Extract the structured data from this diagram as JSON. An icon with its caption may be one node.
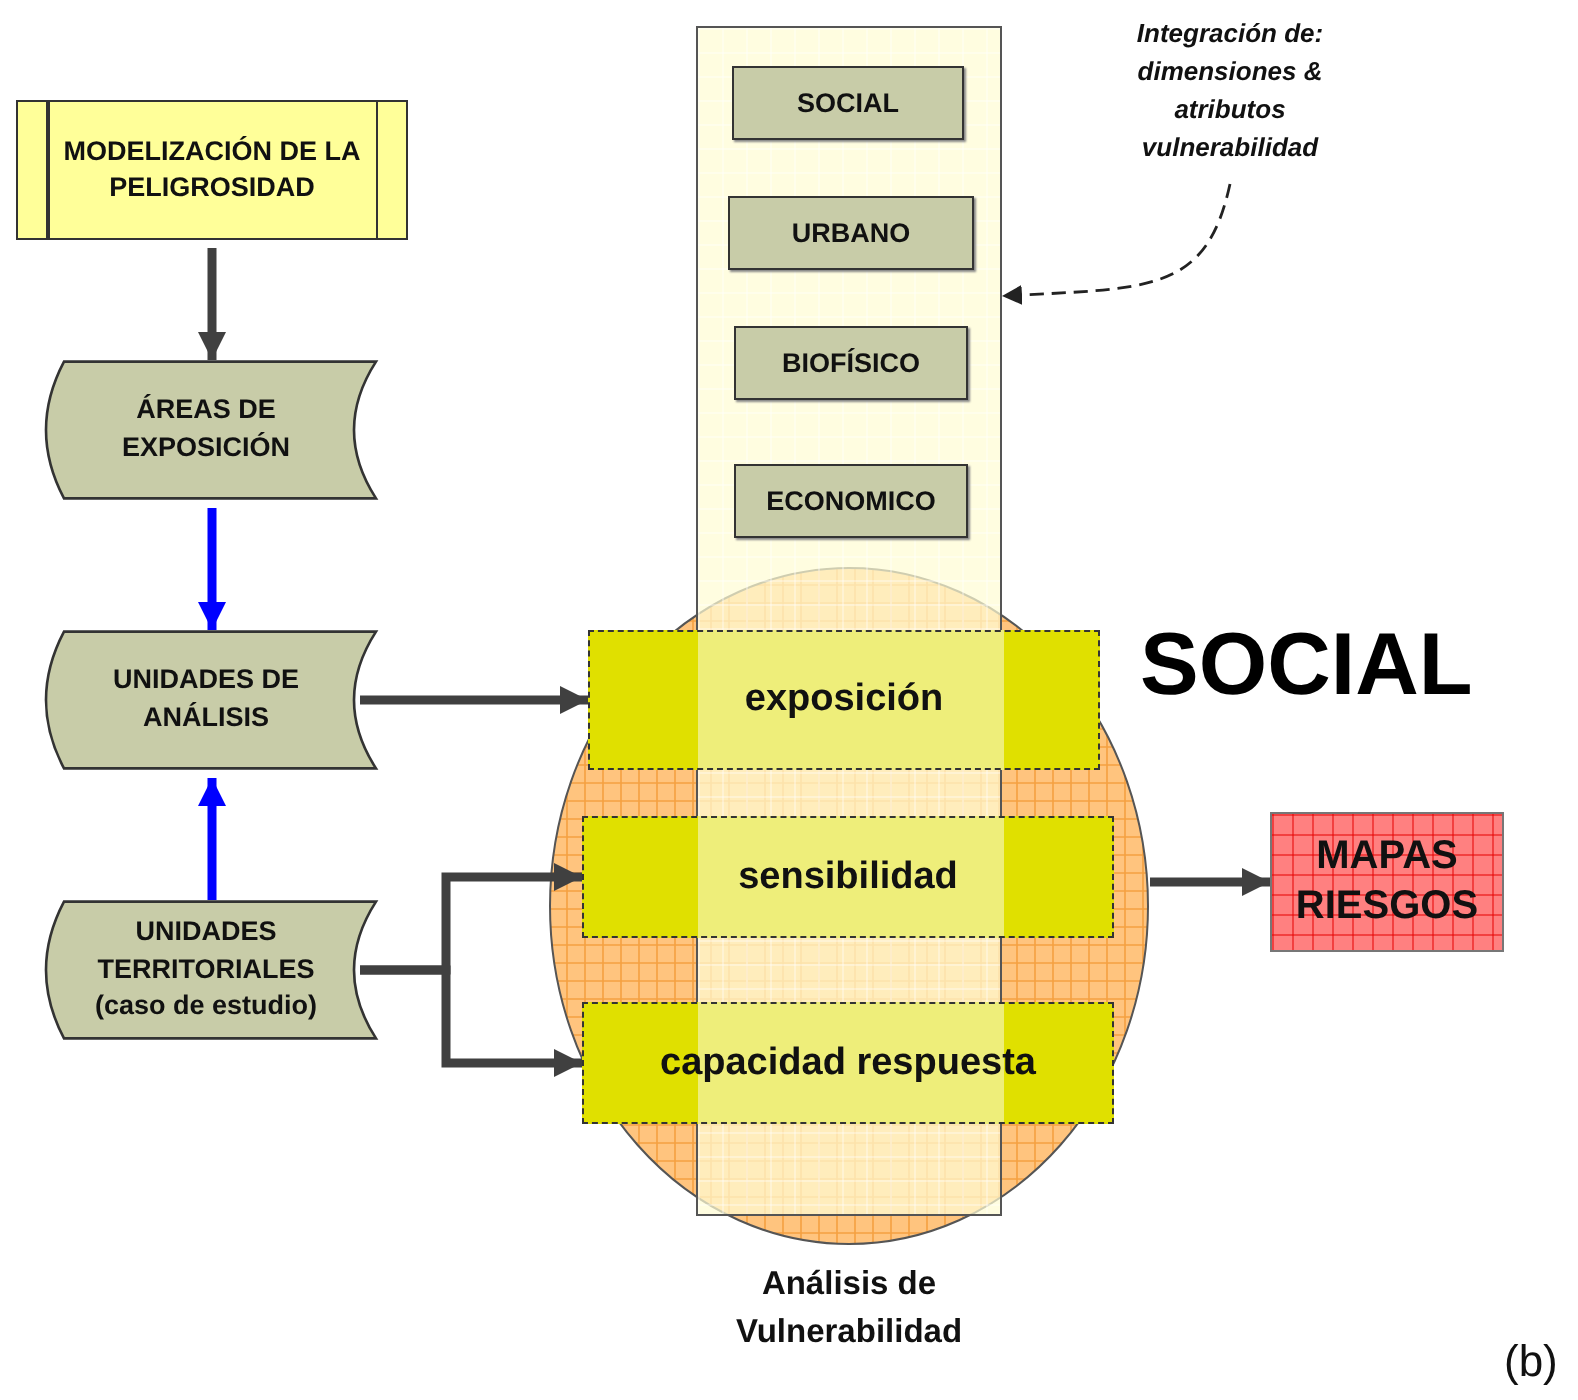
{
  "diagram": {
    "nodes": [
      {
        "text": [
          "MODELIZACIÓN DE LA PELIGROSIDAD"
        ]
      },
      {
        "text": [
          "ÁREAS DE EXPOSICIÓN"
        ]
      },
      {
        "text": [
          "UNIDADES DE ANÁLISIS"
        ]
      },
      {
        "text": [
          "UNIDADES TERRITORIALES (caso de estudio)"
        ]
      },
      {
        "text": [],
        "shape": "box"
      },
      {
        "text": [
          "SOCIAL"
        ],
        "in": 4
      },
      {
        "text": [
          "URBANO"
        ],
        "in": 4
      },
      {
        "text": [
          "BIOFÍSICO"
        ],
        "in": 4
      },
      {
        "text": [
          "ECONOMICO"
        ],
        "in": 4
      },
      {
        "text": [
          "Análisis de Vulnerabilidad"
        ]
      },
      {
        "text": [
          "exposición"
        ],
        "in": 9
      },
      {
        "text": [
          "sensibilidad"
        ],
        "in": 9
      },
      {
        "text": [
          "capacidad respuesta"
        ],
        "in": 9
      },
      {
        "text": [
          "Integración de: dimensiones & atributos vulnerabilidad"
        ]
      },
      {
        "text": [
          "MAPAS RIESGOS"
        ]
      }
    ],
    "edges": [
      {
        "from": 0,
        "to": 1,
        "arrow": "to"
      },
      {
        "from": 1,
        "to": 2,
        "arrow": "to",
        "color": "#0000ff"
      },
      {
        "from": 3,
        "to": 2,
        "arrow": "to",
        "color": "#0000ff"
      },
      {
        "from": 2,
        "to": 10,
        "arrow": "to"
      },
      {
        "from": 3,
        "to": 11,
        "arrow": "to"
      },
      {
        "from": 3,
        "to": 12,
        "arrow": "to"
      },
      {
        "from": 9,
        "to": 14,
        "arrow": "to"
      },
      {
        "from": 13,
        "to": 4,
        "arrow": "to",
        "style": "dashed"
      }
    ],
    "labels": [
      "SOCIAL",
      "(b)"
    ]
  }
}
